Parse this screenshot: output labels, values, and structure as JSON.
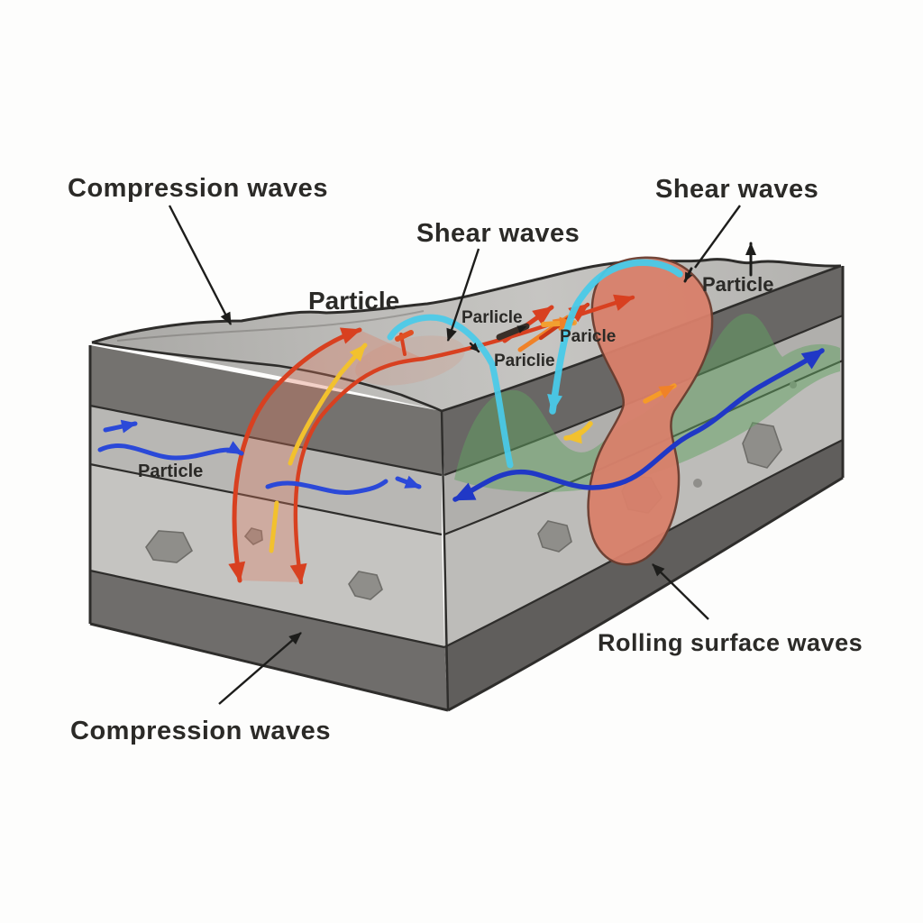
{
  "labels": {
    "compression_top": "Compression waves",
    "shear_center": "Shear waves",
    "shear_right": "Shear waves",
    "particle_main": "Particle",
    "particle_left": "Particle",
    "particle_right": "Particle",
    "particle_small_top": "Parlicle",
    "particle_small_mid": "Paricle",
    "particle_small_low": "Pariclie",
    "rolling_surface": "Rolling surface waves",
    "compression_bottom": "Compression waves"
  },
  "colors": {
    "background": "#fdfdfc",
    "outline": "#2e2d2b",
    "top_face_light": "#c6c5c2",
    "top_face_dark": "#a6a5a2",
    "front_band_dark": "#74726f",
    "front_band_light1": "#b8b7b4",
    "front_band_light2": "#c5c4c1",
    "front_band_bottom": "#6f6d6b",
    "right_band_dark": "#696765",
    "right_band_light1": "#b0afac",
    "right_band_light2": "#bdbcb9",
    "right_band_bottom": "#605e5c",
    "compression_red": "#d84020",
    "compression_pink": "#e07a5e",
    "yellow": "#f2c12e",
    "orange": "#f08228",
    "shear_cyan": "#49cbe9",
    "particle_blue": "#2b49d8",
    "surface_navy": "#2038c6",
    "rolling_salmon": "#d9806b",
    "rolling_outline": "#6b3c2e",
    "surface_green": "#62a262",
    "rock_gray": "#8f8e8a",
    "label_color": "#2b2a27"
  }
}
